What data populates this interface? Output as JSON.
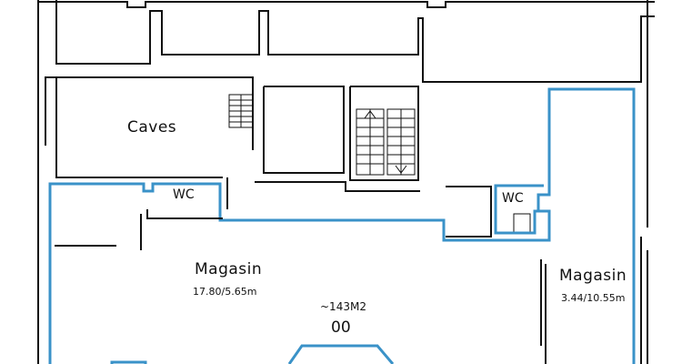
{
  "plan": {
    "rooms": {
      "caves": {
        "name": "Caves"
      },
      "wc_left": {
        "name": "WC"
      },
      "wc_right": {
        "name": "WC"
      },
      "magasin_main": {
        "name": "Magasin",
        "dimensions": "17.80/5.65m"
      },
      "magasin_right": {
        "name": "Magasin",
        "dimensions": "3.44/10.55m"
      }
    },
    "total_area": "~143M2",
    "level": "00"
  },
  "colors": {
    "wall": "#111111",
    "highlight": "#3a92c8",
    "background": "#ffffff"
  }
}
